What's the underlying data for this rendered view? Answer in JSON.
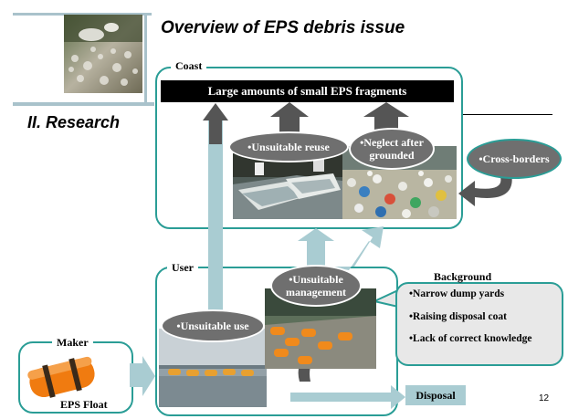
{
  "title": "Overview of EPS debris issue",
  "section": "II. Research",
  "page_number": "12",
  "frames": {
    "coast_label": "Coast",
    "user_label": "User",
    "maker_label": "Maker",
    "maker_item": "EPS Float"
  },
  "main_bar": "Large amounts of small EPS fragments",
  "ovals": {
    "unsuitable_reuse": "•Unsuitable reuse",
    "neglect_after_grounded": "•Neglect after grounded",
    "cross_borders": "•Cross-borders",
    "unsuitable_management": "•Unsuitable management",
    "unsuitable_use": "•Unsuitable use"
  },
  "background": {
    "title": "Background",
    "items": [
      "•Narrow dump yards",
      "•Raising disposal coat",
      "•Lack of correct knowledge"
    ]
  },
  "disposal": "Disposal",
  "colors": {
    "teal_border": "#2a9d96",
    "arrow_gray": "#555555",
    "arrow_light": "#a9ccd2",
    "oval_gray": "#6f6f6f",
    "accent_bar": "#a9c2cb"
  }
}
